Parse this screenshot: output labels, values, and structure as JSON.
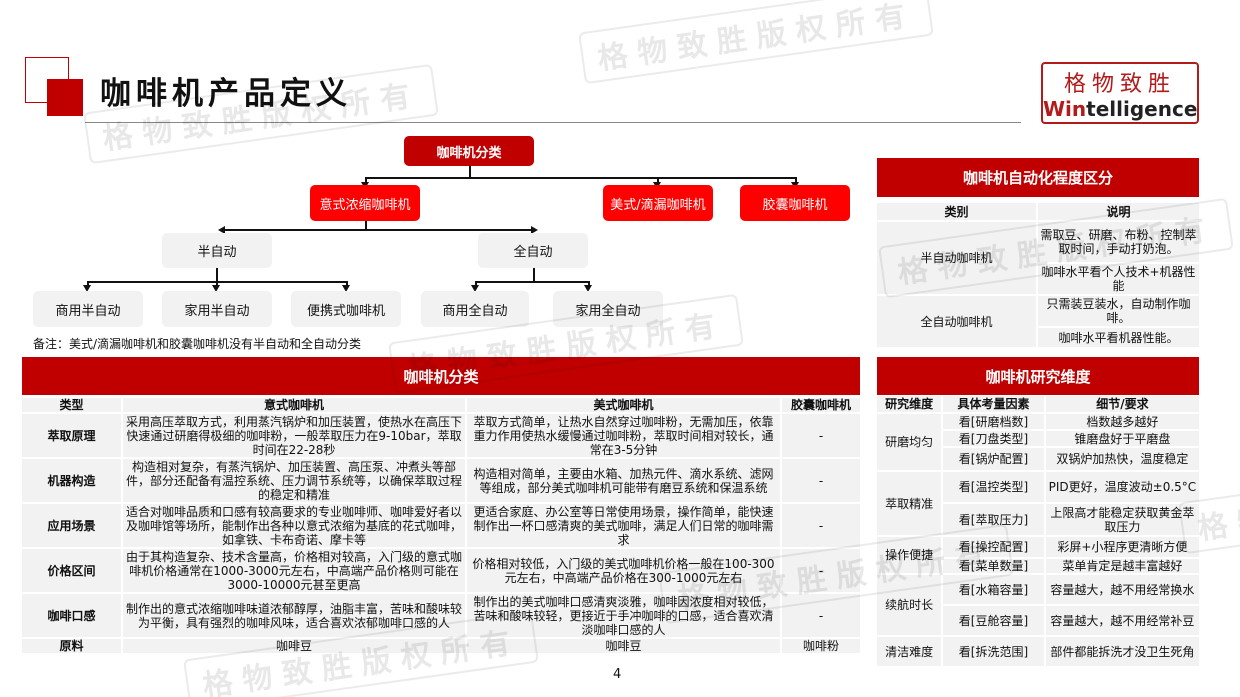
{
  "page": {
    "title": "咖啡机产品定义",
    "page_number": "4",
    "watermark": "格物致胜版权所有",
    "accent_color": "#c00000",
    "node_red": "#ff0000"
  },
  "logo": {
    "cn": "格物致胜",
    "en_red": "Win",
    "en_dark": "telligence"
  },
  "tree": {
    "root": "咖啡机分类",
    "level1": [
      "意式浓缩咖啡机",
      "美式/滴漏咖啡机",
      "胶囊咖啡机"
    ],
    "level2": [
      "半自动",
      "全自动"
    ],
    "semi_children": [
      "商用半自动",
      "家用半自动",
      "便携式咖啡机"
    ],
    "full_children": [
      "商用全自动",
      "家用全自动"
    ],
    "note": "备注：美式/滴漏咖啡机和胶囊咖啡机没有半自动和全自动分类"
  },
  "automation": {
    "title": "咖啡机自动化程度区分",
    "headers": [
      "类别",
      "说明"
    ],
    "rows": [
      {
        "category": "半自动咖啡机",
        "desc": [
          "需取豆、研磨、布粉、控制萃取时间，手动打奶泡。",
          "咖啡水平看个人技术+机器性能"
        ]
      },
      {
        "category": "全自动咖啡机",
        "desc": [
          "只需装豆装水，自动制作咖啡。",
          "咖啡水平看机器性能。"
        ]
      }
    ]
  },
  "classification": {
    "title": "咖啡机分类",
    "headers": [
      "类型",
      "意式咖啡机",
      "美式咖啡机",
      "胶囊咖啡机"
    ],
    "rows": [
      {
        "type": "萃取原理",
        "espresso": "采用高压萃取方式，利用蒸汽锅炉和加压装置，使热水在高压下快速通过研磨得极细的咖啡粉，一般萃取压力在9-10bar，萃取时间在22-28秒",
        "american": "萃取方式简单，让热水自然穿过咖啡粉，无需加压，依靠重力作用使热水缓慢通过咖啡粉，萃取时间相对较长，通常在3-5分钟",
        "capsule": "-"
      },
      {
        "type": "机器构造",
        "espresso": "构造相对复杂，有蒸汽锅炉、加压装置、高压泵、冲煮头等部件，部分还配备有温控系统、压力调节系统等，以确保萃取过程的稳定和精准",
        "american": "构造相对简单，主要由水箱、加热元件、滴水系统、滤网等组成，部分美式咖啡机可能带有磨豆系统和保温系统",
        "capsule": "-"
      },
      {
        "type": "应用场景",
        "espresso": "适合对咖啡品质和口感有较高要求的专业咖啡师、咖啡爱好者以及咖啡馆等场所，能制作出各种以意式浓缩为基底的花式咖啡，如拿铁、卡布奇诺、摩卡等",
        "american": "更适合家庭、办公室等日常使用场景，操作简单，能快速制作出一杯口感清爽的美式咖啡，满足人们日常的咖啡需求",
        "capsule": "-"
      },
      {
        "type": "价格区间",
        "espresso": "由于其构造复杂、技术含量高，价格相对较高，入门级的意式咖啡机价格通常在1000-3000元左右，中高端产品价格则可能在3000-10000元甚至更高",
        "american": "价格相对较低，入门级的美式咖啡机价格一般在100-300元左右，中高端产品价格在300-1000元左右",
        "capsule": "-"
      },
      {
        "type": "咖啡口感",
        "espresso": "制作出的意式浓缩咖啡味道浓郁醇厚，油脂丰富，苦味和酸味较为平衡，具有强烈的咖啡风味，适合喜欢浓郁咖啡口感的人",
        "american": "制作出的美式咖啡口感清爽淡雅，咖啡因浓度相对较低，苦味和酸味较轻，更接近于手冲咖啡的口感，适合喜欢清淡咖啡口感的人",
        "capsule": "-"
      },
      {
        "type": "原料",
        "espresso": "咖啡豆",
        "american": "咖啡豆",
        "capsule": "咖啡粉"
      }
    ]
  },
  "research": {
    "title": "咖啡机研究维度",
    "headers": [
      "研究维度",
      "具体考量因素",
      "细节/要求"
    ],
    "groups": [
      {
        "dimension": "研磨均匀",
        "items": [
          {
            "factor": "看[研磨档数]",
            "detail": "档数越多越好"
          },
          {
            "factor": "看[刀盘类型]",
            "detail": "锥磨盘好于平磨盘"
          },
          {
            "factor": "看[锅炉配置]",
            "detail": "双锅炉加热快，温度稳定"
          }
        ]
      },
      {
        "dimension": "萃取精准",
        "items": [
          {
            "factor": "看[温控类型]",
            "detail": "PID更好，温度波动±0.5°C"
          },
          {
            "factor": "看[萃取压力]",
            "detail": "上限高才能稳定获取黄金萃取压力"
          }
        ]
      },
      {
        "dimension": "操作便捷",
        "items": [
          {
            "factor": "看[操控配置]",
            "detail": "彩屏+小程序更清晰方便"
          },
          {
            "factor": "看[菜单数量]",
            "detail": "菜单肯定是越丰富越好"
          }
        ]
      },
      {
        "dimension": "续航时长",
        "items": [
          {
            "factor": "看[水箱容量]",
            "detail": "容量越大，越不用经常换水"
          },
          {
            "factor": "看[豆舱容量]",
            "detail": "容量越大，越不用经常补豆"
          }
        ]
      },
      {
        "dimension": "清洁难度",
        "items": [
          {
            "factor": "看[拆洗范围]",
            "detail": "部件都能拆洗才没卫生死角"
          }
        ]
      }
    ]
  }
}
